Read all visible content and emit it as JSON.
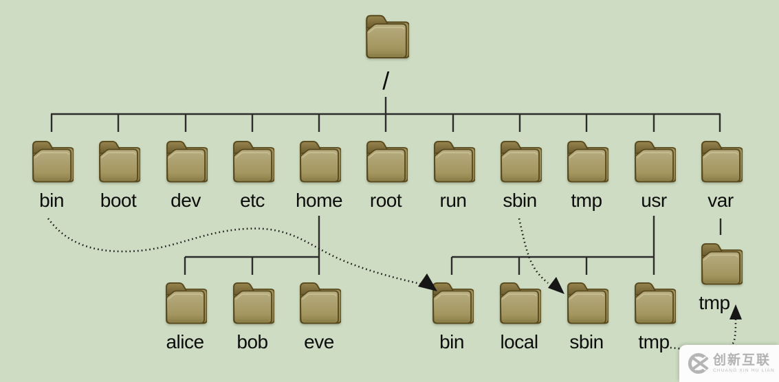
{
  "diagram_title": "linux-filesystem-hierarchy",
  "palette": {
    "background": "#cddcc3",
    "connector_line": "#2c2c2c",
    "arrow_dotted": "#161616",
    "label_text": "#0d0d0d",
    "folder_body": "#a3965f",
    "folder_tab": "#6c5c2f",
    "folder_outline": "#57491d",
    "watermark_bg": "#fcfcfc",
    "watermark_gray": "#b2b2b2"
  },
  "root": {
    "label": "/"
  },
  "level1": [
    {
      "label": "bin"
    },
    {
      "label": "boot"
    },
    {
      "label": "dev"
    },
    {
      "label": "etc"
    },
    {
      "label": "home"
    },
    {
      "label": "root"
    },
    {
      "label": "run"
    },
    {
      "label": "sbin"
    },
    {
      "label": "tmp"
    },
    {
      "label": "usr"
    },
    {
      "label": "var"
    }
  ],
  "home_children": [
    {
      "label": "alice"
    },
    {
      "label": "bob"
    },
    {
      "label": "eve"
    }
  ],
  "usr_children": [
    {
      "label": "bin"
    },
    {
      "label": "local"
    },
    {
      "label": "sbin"
    },
    {
      "label": "tmp"
    }
  ],
  "var_children": [
    {
      "label": "tmp"
    }
  ],
  "symlink_arrows": [
    {
      "from": "/bin",
      "to": "/usr/bin",
      "style": "dotted"
    },
    {
      "from": "/sbin",
      "to": "/usr/sbin",
      "style": "dotted"
    },
    {
      "from": "/usr/tmp",
      "to": "/var/tmp",
      "style": "dotted"
    }
  ],
  "watermark": {
    "title": "创新互联",
    "subtitle": "CHUANG XIN HU LIAN"
  }
}
